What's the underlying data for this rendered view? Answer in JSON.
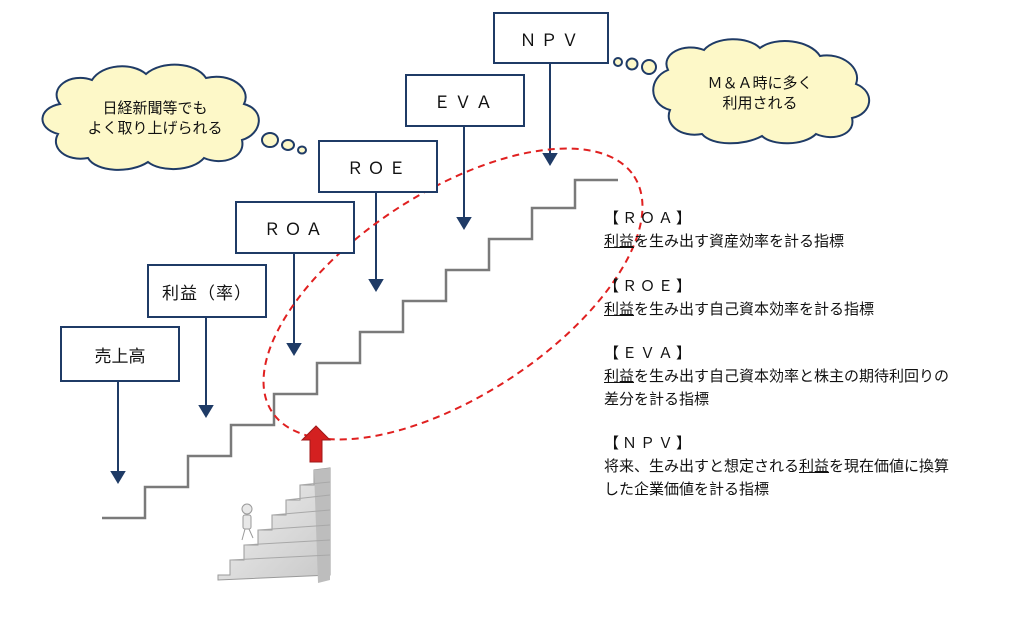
{
  "boxes": {
    "sales": "売上高",
    "profit": "利益（率）",
    "roa": "ＲＯＡ",
    "roe": "ＲＯＥ",
    "eva": "ＥＶＡ",
    "npv": "ＮＰＶ"
  },
  "clouds": {
    "left": {
      "line1": "日経新聞等でも",
      "line2": "よく取り上げられる"
    },
    "right": {
      "line1": "Ｍ＆Ａ時に多く",
      "line2": "利用される"
    }
  },
  "descriptions": {
    "roa": {
      "title": "【ＲＯＡ】",
      "line1_u": "利益",
      "line1_rest": "を生み出す資産効率を計る指標"
    },
    "roe": {
      "title": "【ＲＯＥ】",
      "line1_u": "利益",
      "line1_rest": "を生み出す自己資本効率を計る指標"
    },
    "eva": {
      "title": "【ＥＶＡ】",
      "line1_u": "利益",
      "line1_rest": "を生み出す自己資本効率と株主の期待利回りの",
      "line2": "差分を計る指標"
    },
    "npv": {
      "title": "【ＮＰＶ】",
      "line1_pre": "将来、生み出すと想定される",
      "line1_u": "利益",
      "line1_rest": "を現在価値に換算",
      "line2": "した企業価値を計る指標"
    }
  },
  "colors": {
    "box_border": "#1f3b66",
    "arrow": "#1f3b66",
    "stairs": "#7a7a7a",
    "ellipse": "#e02020",
    "cloud_fill": "#fdf8c8",
    "cloud_stroke": "#1f3b66",
    "red_arrow": "#d42020"
  }
}
